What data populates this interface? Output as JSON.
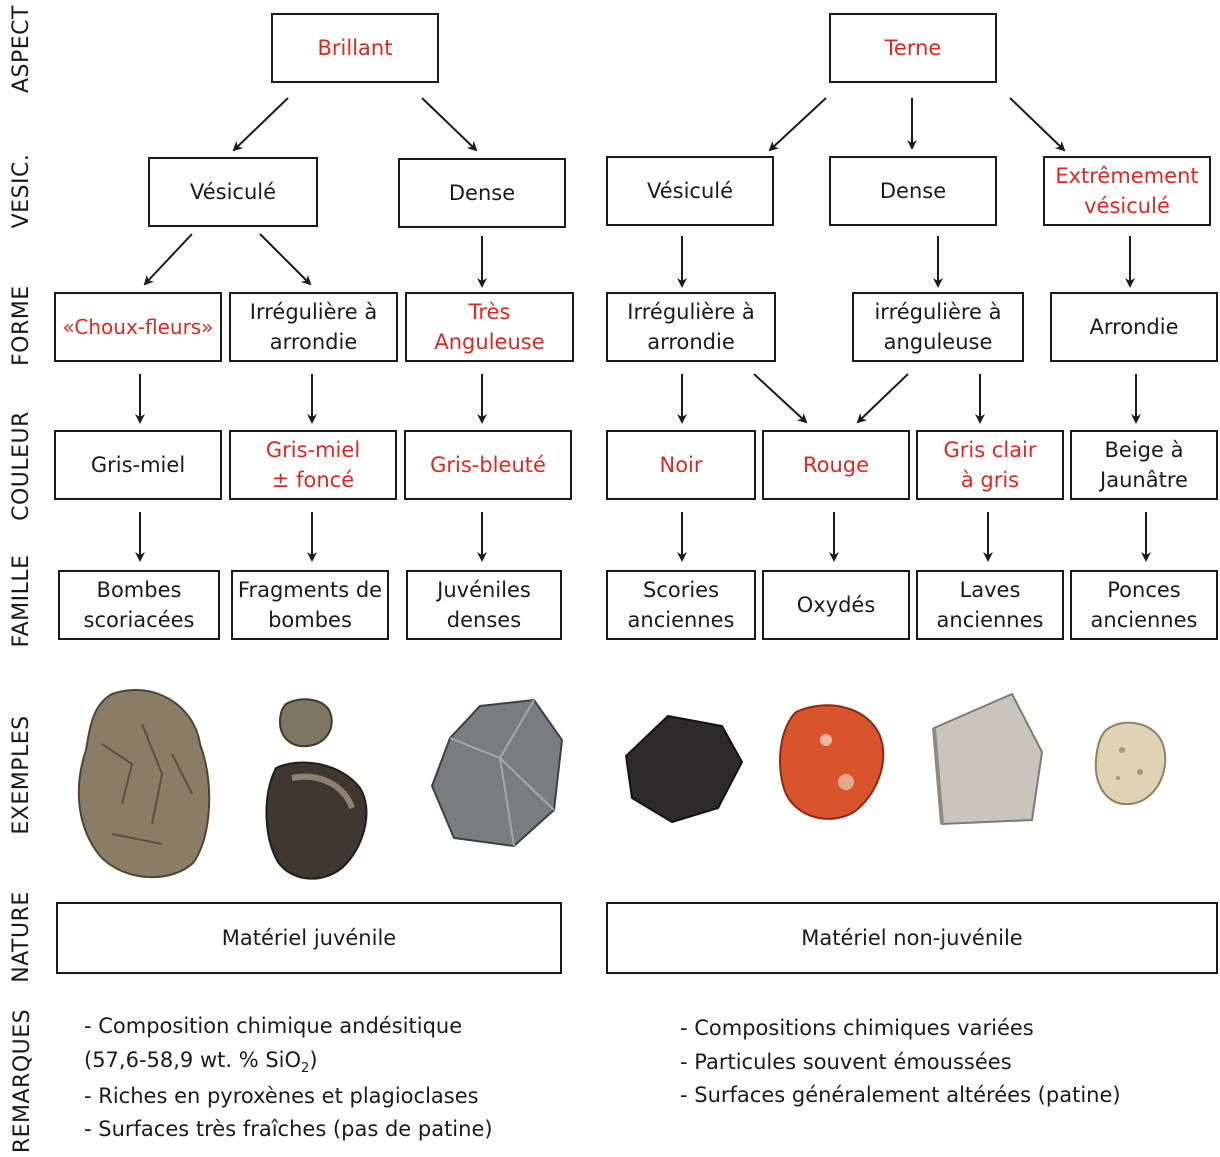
{
  "row_labels": {
    "aspect": "ASPECT",
    "vesic": "VESIC.",
    "forme": "FORME",
    "couleur": "COULEUR",
    "famille": "FAMILLE",
    "exemples": "EXEMPLES",
    "nature": "NATURE",
    "remarques": "REMARQUES"
  },
  "aspect": {
    "brillant": "Brillant",
    "terne": "Terne"
  },
  "vesic": {
    "vesicule_left": "Vésiculé",
    "dense_left": "Dense",
    "vesicule_right": "Vésiculé",
    "dense_right": "Dense",
    "extremement": "Extrêmement\nvésiculé"
  },
  "forme": {
    "choux": "«Choux-fleurs»",
    "irreg_arrondie_left": "Irrégulière à\narrondie",
    "tres_anguleuse": "Très\nAnguleuse",
    "irreg_arrondie_right": "Irrégulière à\narrondie",
    "irreg_anguleuse": "irrégulière à\nanguleuse",
    "arrondie": "Arrondie"
  },
  "couleur": {
    "gris_miel": "Gris-miel",
    "gris_miel_fonce": "Gris-miel\n± foncé",
    "gris_bleute": "Gris-bleuté",
    "noir": "Noir",
    "rouge": "Rouge",
    "gris_clair": "Gris clair\nà gris",
    "beige": "Beige à\nJaunâtre"
  },
  "famille": {
    "bombes": "Bombes\nscoriacées",
    "fragments": "Fragments de\nbombes",
    "juveniles": "Juvéniles\ndenses",
    "scories": "Scories\nanciennes",
    "oxydes": "Oxydés",
    "laves": "Laves\nanciennes",
    "ponces": "Ponces\nanciennes"
  },
  "nature": {
    "juvenile": "Matériel juvénile",
    "non_juvenile": "Matériel non-juvénile"
  },
  "remarques": {
    "left_1": "- Composition chimique andésitique",
    "left_2_prefix": "(57,6-58,9 wt. % SiO",
    "left_2_sub": "2",
    "left_2_suffix": ")",
    "left_3": "- Riches en pyroxènes et plagioclases",
    "left_4": "- Surfaces très fraîches (pas de patine)",
    "right_1": "- Compositions chimiques variées",
    "right_2": "- Particules souvent émoussées",
    "right_3": "- Surfaces généralement altérées (patine)"
  },
  "colors": {
    "highlight": "#e0261f",
    "text": "#1a1a1a"
  },
  "examples": [
    {
      "name": "bombe-scoriacee",
      "color": "#8a7d66"
    },
    {
      "name": "fragment-bombe-small",
      "color": "#7e7563"
    },
    {
      "name": "fragment-bombe-large",
      "color": "#3f3830"
    },
    {
      "name": "juvenile-dense",
      "color": "#7a7c80"
    },
    {
      "name": "scorie-ancienne",
      "color": "#2c2a2a"
    },
    {
      "name": "oxyde",
      "color": "#d9542c"
    },
    {
      "name": "lave-ancienne",
      "color": "#c9c5bd"
    },
    {
      "name": "ponce-ancienne",
      "color": "#e0d2b4"
    }
  ]
}
